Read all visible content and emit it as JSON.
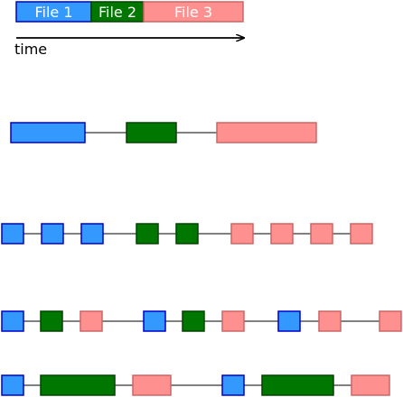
{
  "colors": {
    "file1_fill": "#3399ff",
    "file1_stroke": "#0000cc",
    "file2_fill": "#007700",
    "file2_stroke": "#004400",
    "file3_fill": "#ff9090",
    "file3_stroke": "#cc6666",
    "line": "#000000"
  },
  "legend": {
    "file1": "File 1",
    "file2": "File 2",
    "file3": "File 3"
  },
  "axis": {
    "label": "time"
  },
  "rows": [
    {
      "blocks": [
        "file1",
        "file2",
        "file3"
      ]
    },
    {
      "blocks": [
        "file1",
        "file1",
        "file1",
        "file2",
        "file2",
        "file3",
        "file3",
        "file3",
        "file3"
      ]
    },
    {
      "blocks": [
        "file1",
        "file2",
        "file3",
        "file1",
        "file2",
        "file3",
        "file1",
        "file3",
        "file3"
      ]
    },
    {
      "blocks": [
        "file1",
        "file2",
        "file3",
        "file1",
        "file2",
        "file3"
      ]
    }
  ]
}
